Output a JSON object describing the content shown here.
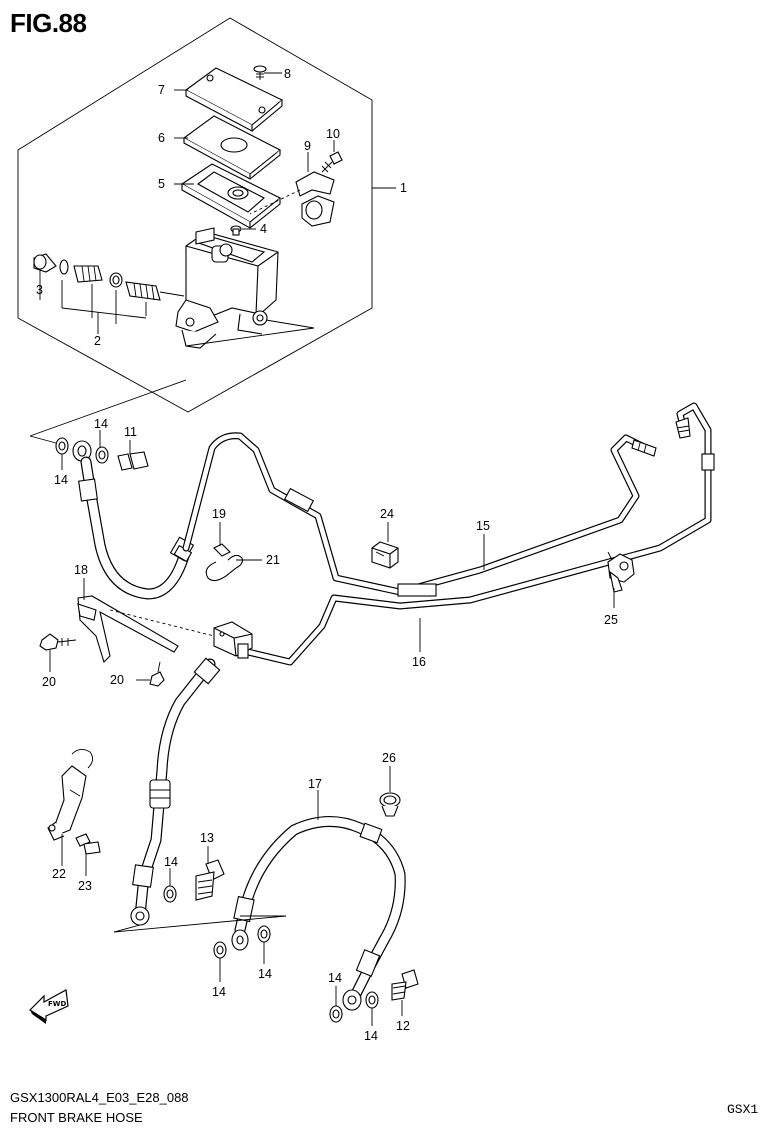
{
  "figure": {
    "title": "FIG.88",
    "code": "GSX1300RAL4_E03_E28_088",
    "name": "FRONT BRAKE HOSE",
    "model_tag": "GSX1"
  },
  "callouts": {
    "c1": "1",
    "c2": "2",
    "c3": "3",
    "c4": "4",
    "c5": "5",
    "c6": "6",
    "c7": "7",
    "c8": "8",
    "c9": "9",
    "c10": "10",
    "c11": "11",
    "c12": "12",
    "c13": "13",
    "c14a": "14",
    "c14b": "14",
    "c14c": "14",
    "c14d": "14",
    "c14e": "14",
    "c14f": "14",
    "c14g": "14",
    "c15": "15",
    "c16": "16",
    "c17": "17",
    "c18": "18",
    "c19": "19",
    "c20a": "20",
    "c20b": "20",
    "c21": "21",
    "c22": "22",
    "c23": "23",
    "c24": "24",
    "c25": "25",
    "c26": "26"
  },
  "icons": {
    "direction": "fwd-arrow-icon"
  }
}
